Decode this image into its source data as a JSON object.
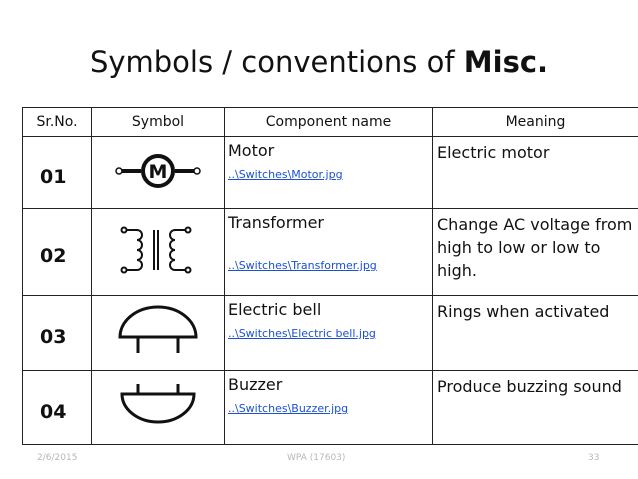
{
  "slide": {
    "title_prefix": "Symbols / conventions of ",
    "title_bold": "Misc.",
    "footer_date": "2/6/2015",
    "footer_center": "WPA (17603)",
    "footer_page": "33"
  },
  "table": {
    "headers": [
      "Sr.No.",
      "Symbol",
      "Component name",
      "Meaning"
    ],
    "rows": [
      {
        "sr": "01",
        "symbol": "motor-symbol-icon",
        "name": "Motor",
        "link": "..\\Switches\\Motor.jpg",
        "meaning": "Electric motor"
      },
      {
        "sr": "02",
        "symbol": "transformer-symbol-icon",
        "name": "Transformer",
        "link": "..\\Switches\\Transformer.jpg",
        "meaning": "Change AC voltage from high to low or low to high."
      },
      {
        "sr": "03",
        "symbol": "electric-bell-symbol-icon",
        "name": "Electric bell",
        "link": "..\\Switches\\Electric bell.jpg",
        "meaning": "Rings when activated"
      },
      {
        "sr": "04",
        "symbol": "buzzer-symbol-icon",
        "name": "Buzzer",
        "link": "..\\Switches\\Buzzer.jpg",
        "meaning": "Produce buzzing sound"
      }
    ]
  }
}
